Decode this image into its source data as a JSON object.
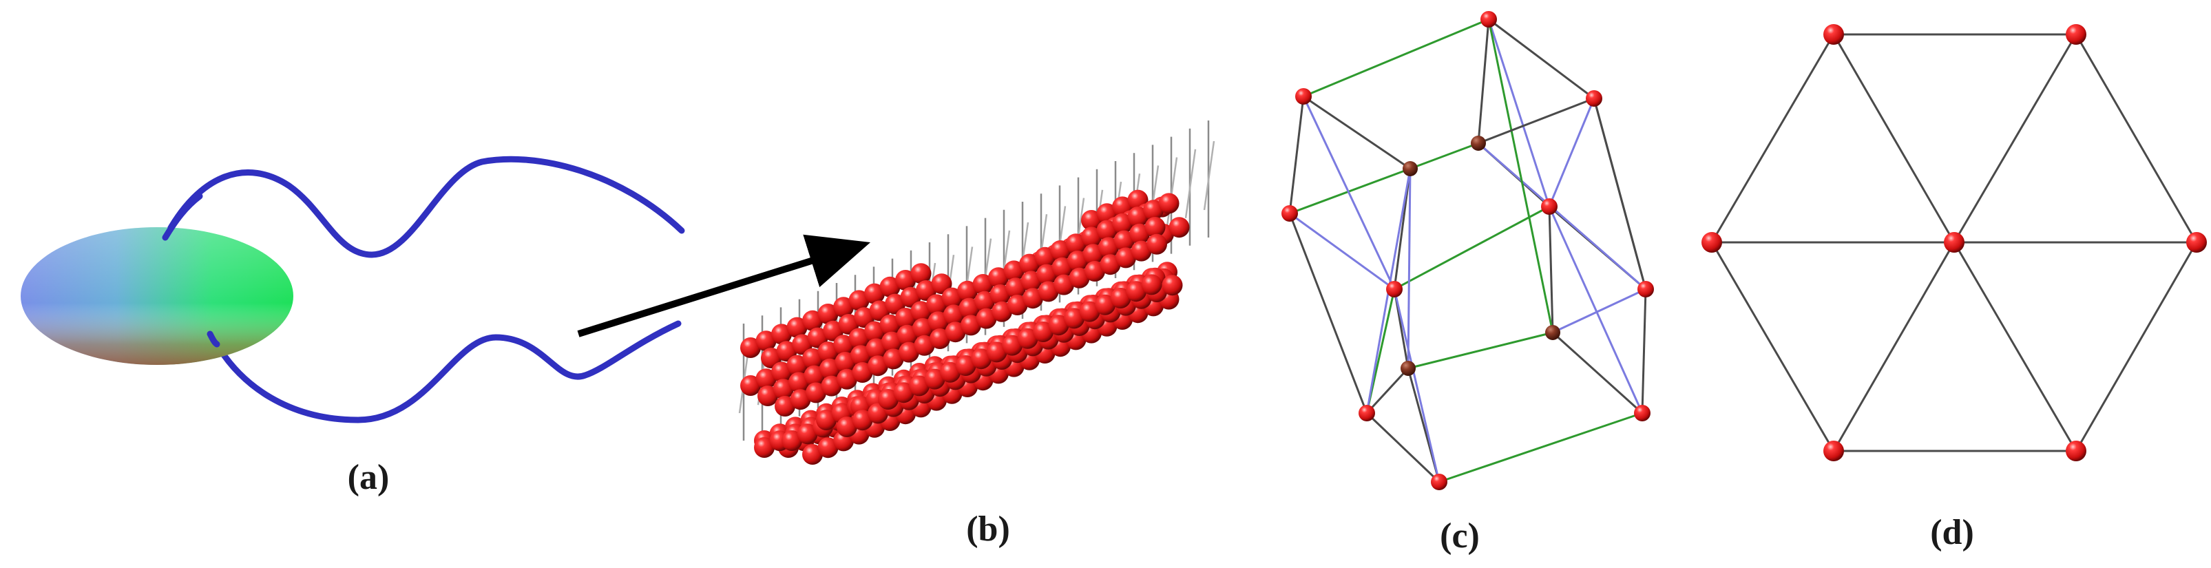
{
  "figure": {
    "panels": [
      {
        "id": "a",
        "label": "(a)"
      },
      {
        "id": "b",
        "label": "(b)"
      },
      {
        "id": "c",
        "label": "(c)"
      },
      {
        "id": "d",
        "label": "(d)"
      }
    ]
  },
  "colors": {
    "atom": "#dd1a1a",
    "atom_dark": "#7a2a1a",
    "bond_gray": "#4a4a4a",
    "bond_green": "#2e9a2e",
    "bond_blue": "#7b7be0",
    "strand_blue": "#3030c0",
    "arrow": "#000000"
  }
}
